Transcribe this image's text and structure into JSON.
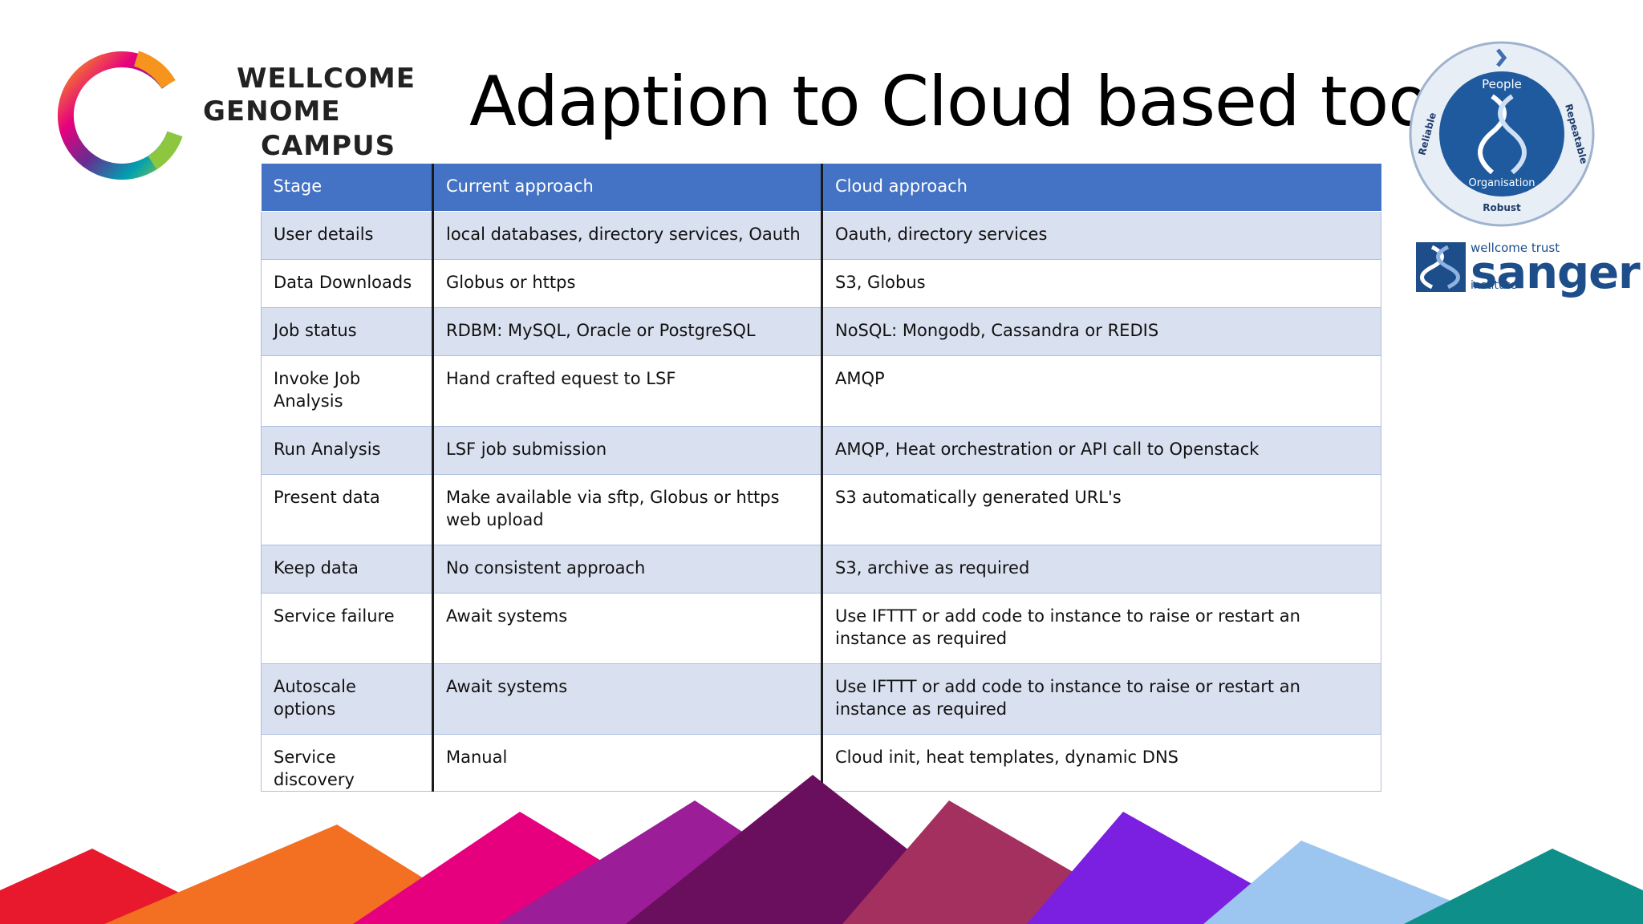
{
  "logo": {
    "line1": "WELLCOME",
    "line2": "GENOME",
    "line3": "CAMPUS"
  },
  "title": "Adaption to Cloud based tools",
  "badge": {
    "top": "People",
    "left": "Reliable",
    "right": "Repeatable",
    "inner_bottom": "Organisation",
    "bottom": "Robust"
  },
  "sanger": {
    "small": "wellcome trust",
    "big": "sanger",
    "sub": "institute"
  },
  "table": {
    "headers": [
      "Stage",
      "Current approach",
      "Cloud approach"
    ],
    "rows": [
      [
        "User details",
        "local databases, directory services, Oauth",
        "Oauth, directory services"
      ],
      [
        "Data Downloads",
        "Globus or https",
        "S3, Globus"
      ],
      [
        "Job status",
        "RDBM: MySQL, Oracle or PostgreSQL",
        "NoSQL: Mongodb, Cassandra or REDIS"
      ],
      [
        "Invoke Job Analysis",
        "Hand crafted equest to LSF",
        "AMQP"
      ],
      [
        "Run Analysis",
        "LSF job submission",
        "AMQP, Heat orchestration or API call to Openstack"
      ],
      [
        "Present data",
        "Make available via sftp, Globus or https web upload",
        "S3 automatically generated URL's"
      ],
      [
        "Keep data",
        "No consistent approach",
        "S3, archive as required"
      ],
      [
        "Service failure",
        "Await systems",
        "Use IFTTT or add code to instance to raise or restart an instance as required"
      ],
      [
        "Autoscale options",
        "Await systems",
        "Use IFTTT or add code to instance to raise or restart an instance as required"
      ],
      [
        "Service discovery",
        "Manual",
        "Cloud init, heat templates, dynamic DNS"
      ]
    ]
  },
  "colors": {
    "header": "#4472c4",
    "row_band": "#d9e0ef",
    "sanger_blue": "#1d4e8a"
  }
}
